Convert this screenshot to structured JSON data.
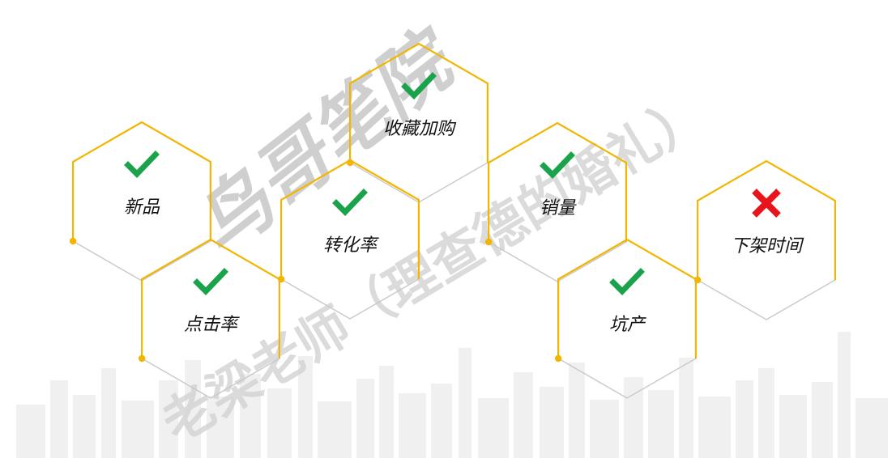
{
  "colors": {
    "accent": "#f2b600",
    "hex_line": "#c8c8c8",
    "check": "#1aa34a",
    "cross": "#e8141c"
  },
  "watermark": {
    "title": "鸟哥笔院",
    "line": "老梁老师（理查德的婚礼）"
  },
  "hexagons": [
    {
      "label": "新品",
      "status": "check",
      "icon": "check-icon"
    },
    {
      "label": "点击率",
      "status": "check",
      "icon": "check-icon"
    },
    {
      "label": "转化率",
      "status": "check",
      "icon": "check-icon"
    },
    {
      "label": "收藏加购",
      "status": "check",
      "icon": "check-icon"
    },
    {
      "label": "销量",
      "status": "check",
      "icon": "check-icon"
    },
    {
      "label": "坑产",
      "status": "check",
      "icon": "check-icon"
    },
    {
      "label": "下架时间",
      "status": "cross",
      "icon": "cross-icon"
    }
  ]
}
